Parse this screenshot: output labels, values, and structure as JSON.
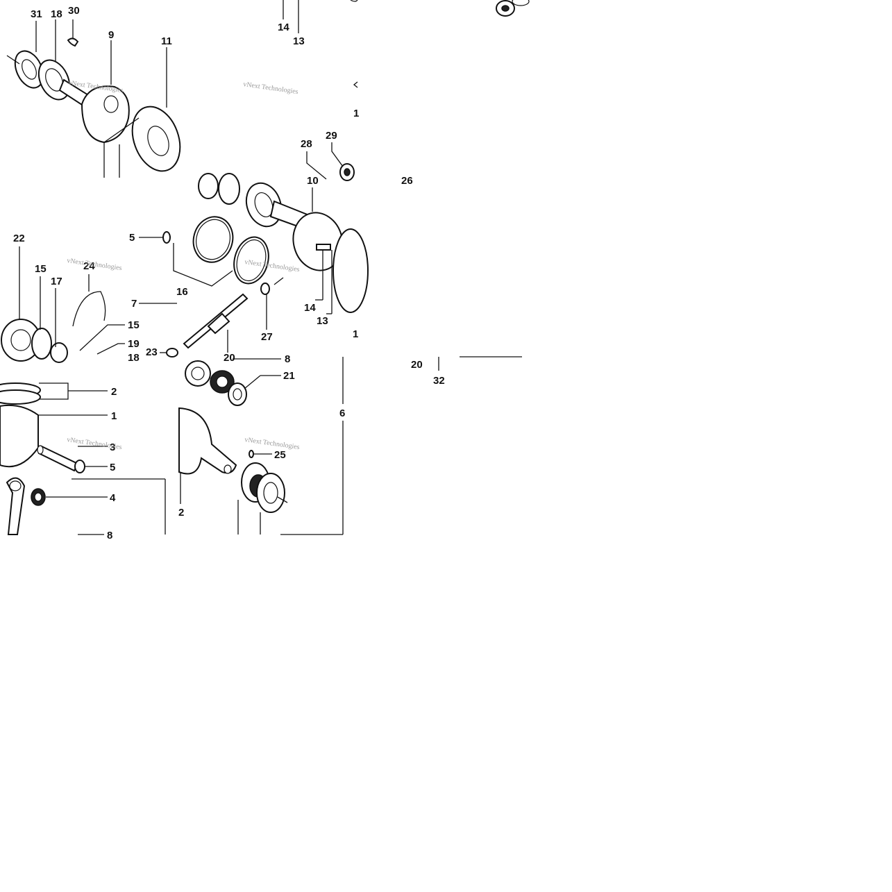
{
  "watermark_text": "vNext Technologies",
  "callouts": {
    "n31": "31",
    "n18a": "18",
    "n30": "30",
    "n9": "9",
    "n11": "11",
    "n14a": "14",
    "n13a": "13",
    "n28": "28",
    "n29": "29",
    "n10": "10",
    "n26": "26",
    "n1a": "1",
    "n22": "22",
    "n15a": "15",
    "n17": "17",
    "n24": "24",
    "n5a": "5",
    "n16": "16",
    "n7": "7",
    "n14b": "14",
    "n13b": "13",
    "n27": "27",
    "n15b": "15",
    "n19": "19",
    "n18b": "18",
    "n23": "23",
    "n20": "20",
    "n1b": "1",
    "n8a": "8",
    "n21": "21",
    "n20b": "20",
    "n32": "32",
    "n2a": "2",
    "n1c": "1",
    "n3": "3",
    "n5b": "5",
    "n4": "4",
    "n8b": "8",
    "n6": "6",
    "n25": "25",
    "n2b": "2"
  }
}
